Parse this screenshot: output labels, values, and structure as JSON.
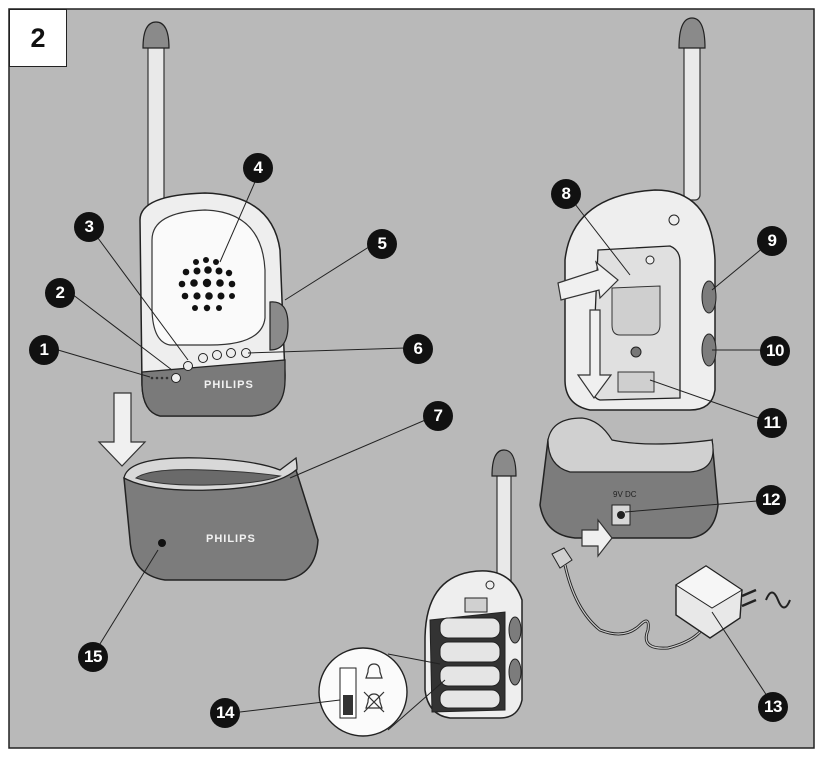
{
  "figure": {
    "number": "2"
  },
  "brand": {
    "parent_unit": "PHILIPS",
    "charger": "PHILIPS"
  },
  "jack_label": "9V DC",
  "mains_symbol": "~",
  "callouts": [
    {
      "id": "1",
      "label": "1"
    },
    {
      "id": "2",
      "label": "2"
    },
    {
      "id": "3",
      "label": "3"
    },
    {
      "id": "4",
      "label": "4"
    },
    {
      "id": "5",
      "label": "5"
    },
    {
      "id": "6",
      "label": "6"
    },
    {
      "id": "7",
      "label": "7"
    },
    {
      "id": "8",
      "label": "8"
    },
    {
      "id": "9",
      "label": "9"
    },
    {
      "id": "10",
      "label": "10"
    },
    {
      "id": "11",
      "label": "11"
    },
    {
      "id": "12",
      "label": "12"
    },
    {
      "id": "13",
      "label": "13"
    },
    {
      "id": "14",
      "label": "14"
    },
    {
      "id": "15",
      "label": "15"
    }
  ],
  "colors": {
    "background": "#b8b8b8",
    "unit_body": "#ececec",
    "unit_dark": "#7c7c7c",
    "callout": "#111111"
  }
}
